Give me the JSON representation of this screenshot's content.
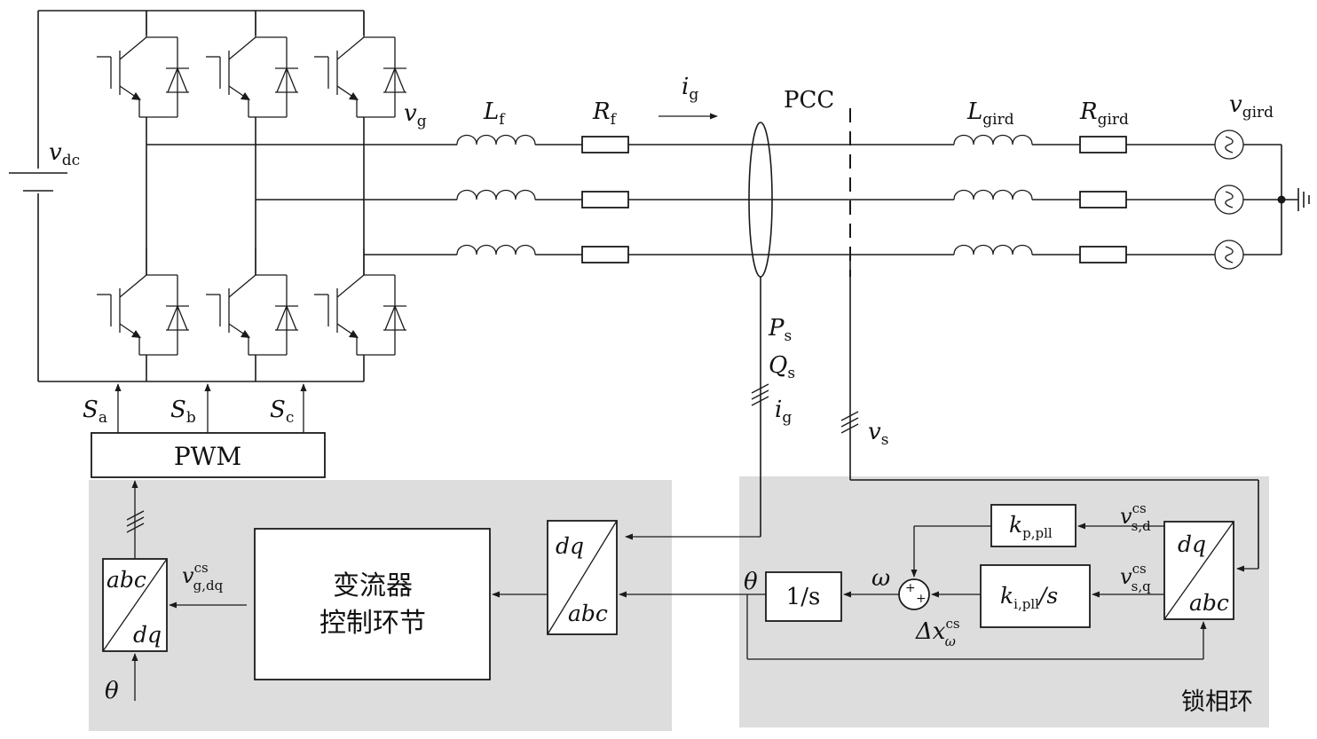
{
  "colors": {
    "panel": "#dddddd",
    "line": "#1a1a1a",
    "background": "#ffffff"
  },
  "icons": {
    "switch": "igbt-with-antiparallel-diode",
    "source": "ac-voltage-source",
    "ground": "ground-symbol"
  },
  "labels": {
    "vdc": {
      "main": "v",
      "sub": "dc"
    },
    "vg": {
      "main": "v",
      "sub": "g"
    },
    "Lf": {
      "main": "L",
      "sub": "f"
    },
    "Rf": {
      "main": "R",
      "sub": "f"
    },
    "ig_top": {
      "main": "i",
      "sub": "g"
    },
    "pcc": "PCC",
    "Lgird": {
      "main": "L",
      "sub": "gird"
    },
    "Rgird": {
      "main": "R",
      "sub": "gird"
    },
    "vgird": {
      "main": "v",
      "sub": "gird"
    },
    "Ps": {
      "main": "P",
      "sub": "s"
    },
    "Qs": {
      "main": "Q",
      "sub": "s"
    },
    "ig_meas": {
      "main": "i",
      "sub": "g"
    },
    "vs_meas": {
      "main": "v",
      "sub": "s"
    },
    "Sa": {
      "main": "S",
      "sub": "a"
    },
    "Sb": {
      "main": "S",
      "sub": "b"
    },
    "Sc": {
      "main": "S",
      "sub": "c"
    }
  },
  "blocks": {
    "pwm": "PWM",
    "abc_dq_left": {
      "top": "abc",
      "bottom": "dq"
    },
    "vg_cs": {
      "main": "v",
      "sup": "cs",
      "sub": "g,dq"
    },
    "theta_left": "θ",
    "converter_control": [
      "变流器",
      "控制环节"
    ],
    "dq_abc_mid": {
      "top": "dq",
      "bottom": "abc"
    }
  },
  "pll": {
    "panel_label": "锁相环",
    "kp": {
      "main": "k",
      "sub": "p,pll"
    },
    "ki": {
      "main": "k",
      "sub": "i,pll",
      "tail": "/s"
    },
    "integrator": "1/s",
    "theta": "θ",
    "omega": "ω",
    "sum_plus_top": "+",
    "sum_plus_right": "+",
    "delta_x": {
      "main": "Δx",
      "sup": "cs",
      "sub": "ω"
    },
    "vsd": {
      "main": "v",
      "sup": "cs",
      "sub": "s,d"
    },
    "vsq": {
      "main": "v",
      "sup": "cs",
      "sub": "s,q"
    },
    "dq_abc_right": {
      "top": "dq",
      "bottom": "abc"
    }
  }
}
